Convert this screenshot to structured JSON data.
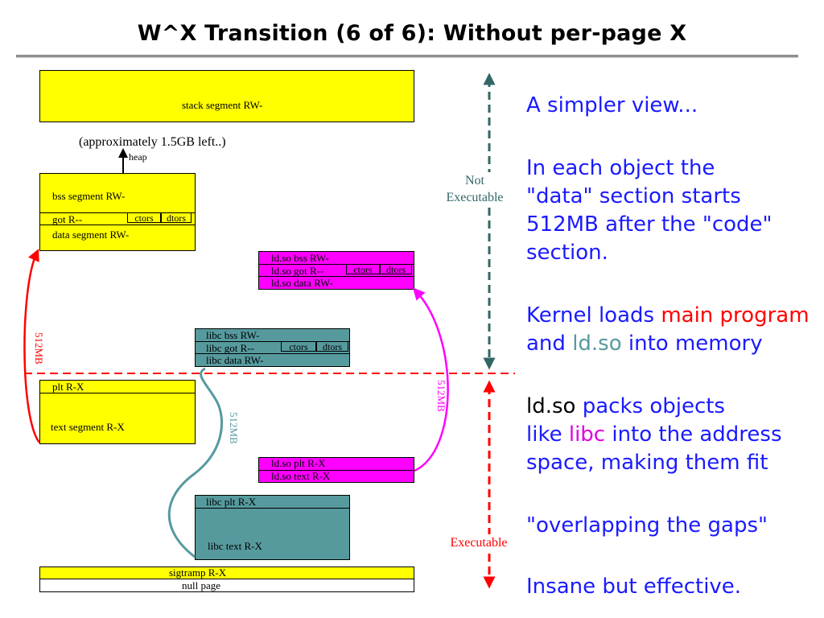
{
  "title": "W^X Transition (6 of 6): Without per-page X",
  "memory": {
    "stack": "stack segment RW-",
    "approx": "(approximately 1.5GB left..)",
    "heap": "heap",
    "bss": "bss segment RW-",
    "got": "got R--",
    "ctors": "ctors",
    "dtors": "dtors",
    "data": "data segment RW-",
    "plt": "plt R-X",
    "text": "text segment R-X",
    "ldso_bss": "ld.so bss RW-",
    "ldso_got": "ld.so got R--",
    "ldso_data": "ld.so data RW-",
    "ldso_plt": "ld.so plt R-X",
    "ldso_text": "ld.so text R-X",
    "libc_bss": "libc bss RW-",
    "libc_got": "libc got R--",
    "libc_data": "libc data RW-",
    "libc_plt": "libc plt R-X",
    "libc_text": "libc text R-X",
    "sigtramp": "sigtramp R-X",
    "null": "null page",
    "offset": "512MB"
  },
  "markers": {
    "not_exec_1": "Not",
    "not_exec_2": "Executable",
    "exec": "Executable"
  },
  "text": {
    "p1": "A simpler view...",
    "p2_l1": "In each object the",
    "p2_l2": "\"data\" section starts",
    "p2_l3": "512MB after the \"code\"",
    "p2_l4": "section.",
    "p3_a": "Kernel loads ",
    "p3_b": "main program",
    "p3_c": "and ",
    "p3_d": "ld.so",
    "p3_e": " into memory",
    "p4_a": "ld.so",
    "p4_b": " packs objects",
    "p4_c": "like ",
    "p4_d": "libc",
    "p4_e": " into the address",
    "p4_f": "space, making them fit",
    "p5": "\"overlapping the gaps\"",
    "p6": "Insane but effective."
  },
  "colors": {
    "main": "#ffff00",
    "ldso": "#ff00ff",
    "libc": "#569a9e",
    "boundary": "#ff0000",
    "not_exec_arrow": "#336666",
    "text_blue": "#1a1aff"
  }
}
